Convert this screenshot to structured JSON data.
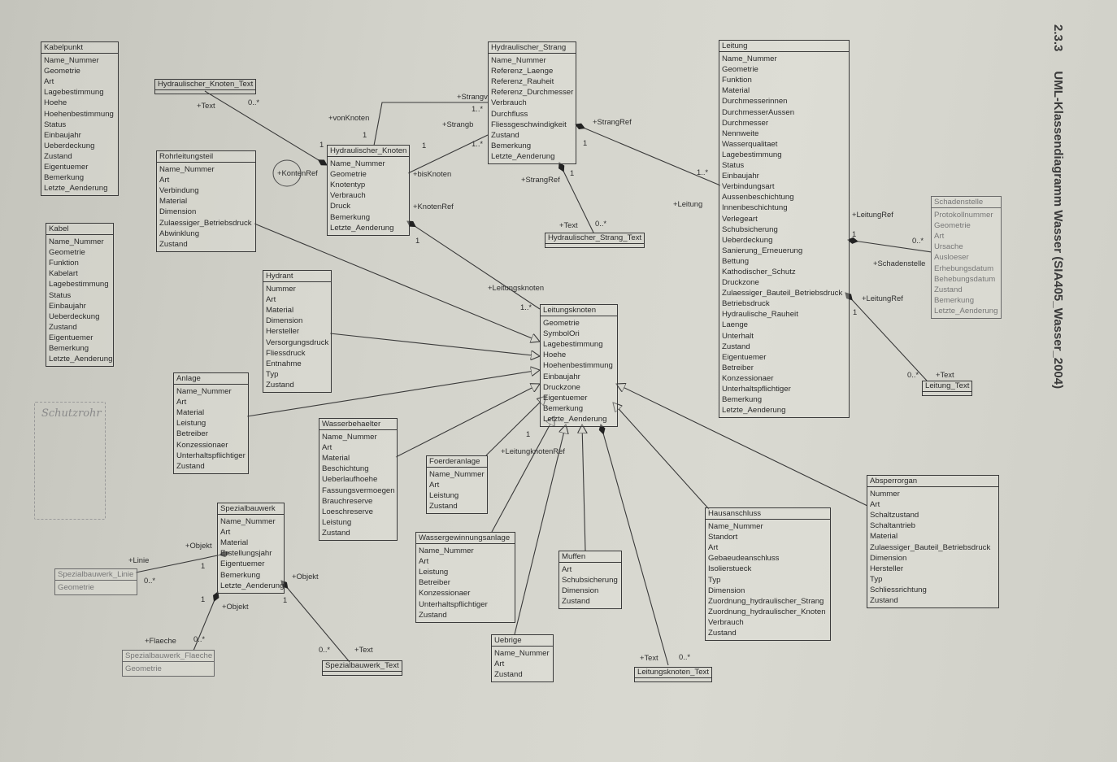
{
  "heading": {
    "number": "2.3.3",
    "title": "UML-Klassendiagramm Wasser (SIA405_Wasser_2004)"
  },
  "sketch_note": "Schutzrohr",
  "classes": {
    "kabelpunkt": {
      "title": "Kabelpunkt",
      "attrs": [
        "Name_Nummer",
        "Geometrie",
        "Art",
        "Lagebestimmung",
        "Hoehe",
        "Hoehenbestimmung",
        "Status",
        "Einbaujahr",
        "Ueberdeckung",
        "Zustand",
        "Eigentuemer",
        "Bemerkung",
        "Letzte_Aenderung"
      ]
    },
    "kabel": {
      "title": "Kabel",
      "attrs": [
        "Name_Nummer",
        "Geometrie",
        "Funktion",
        "Kabelart",
        "Lagebestimmung",
        "Status",
        "Einbaujahr",
        "Ueberdeckung",
        "Zustand",
        "Eigentuemer",
        "Bemerkung",
        "Letzte_Aenderung"
      ]
    },
    "rohrleitungsteil": {
      "title": "Rohrleitungsteil",
      "attrs": [
        "Name_Nummer",
        "Art",
        "Verbindung",
        "Material",
        "Dimension",
        "Zulaessiger_Betriebsdruck",
        "Abwinklung",
        "Zustand"
      ]
    },
    "hydr_knoten": {
      "title": "Hydraulischer_Knoten",
      "attrs": [
        "Name_Nummer",
        "Geometrie",
        "Knotentyp",
        "Verbrauch",
        "Druck",
        "Bemerkung",
        "Letzte_Aenderung"
      ]
    },
    "hydr_strang": {
      "title": "Hydraulischer_Strang",
      "attrs": [
        "Name_Nummer",
        "Referenz_Laenge",
        "Referenz_Rauheit",
        "Referenz_Durchmesser",
        "Verbrauch",
        "Durchfluss",
        "Fliessgeschwindigkeit",
        "Zustand",
        "Bemerkung",
        "Letzte_Aenderung"
      ]
    },
    "leitung": {
      "title": "Leitung",
      "attrs": [
        "Name_Nummer",
        "Geometrie",
        "Funktion",
        "Material",
        "Durchmesserinnen",
        "DurchmesserAussen",
        "Durchmesser",
        "Nennweite",
        "Wasserqualitaet",
        "Lagebestimmung",
        "Status",
        "Einbaujahr",
        "Verbindungsart",
        "Aussenbeschichtung",
        "Innenbeschichtung",
        "Verlegeart",
        "Schubsicherung",
        "Ueberdeckung",
        "Sanierung_Erneuerung",
        "Bettung",
        "Kathodischer_Schutz",
        "Druckzone",
        "Zulaessiger_Bauteil_Betriebsdruck",
        "Betriebsdruck",
        "Hydraulische_Rauheit",
        "Laenge",
        "Unterhalt",
        "Zustand",
        "Eigentuemer",
        "Betreiber",
        "Konzessionaer",
        "Unterhaltspflichtiger",
        "Bemerkung",
        "Letzte_Aenderung"
      ]
    },
    "schadenstelle": {
      "title": "Schadenstelle",
      "attrs": [
        "Protokollnummer",
        "Geometrie",
        "Art",
        "Ursache",
        "Ausloeser",
        "Erhebungsdatum",
        "Behebungsdatum",
        "Zustand",
        "Bemerkung",
        "Letzte_Aenderung"
      ]
    },
    "hydrant": {
      "title": "Hydrant",
      "attrs": [
        "Nummer",
        "Art",
        "Material",
        "Dimension",
        "Hersteller",
        "Versorgungsdruck",
        "Fliessdruck",
        "Entnahme",
        "Typ",
        "Zustand"
      ]
    },
    "anlage": {
      "title": "Anlage",
      "attrs": [
        "Name_Nummer",
        "Art",
        "Material",
        "Leistung",
        "Betreiber",
        "Konzessionaer",
        "Unterhaltspflichtiger",
        "Zustand"
      ]
    },
    "leitungsknoten": {
      "title": "Leitungsknoten",
      "attrs": [
        "Geometrie",
        "SymbolOri",
        "Lagebestimmung",
        "Hoehe",
        "Hoehenbestimmung",
        "Einbaujahr",
        "Druckzone",
        "Eigentuemer",
        "Bemerkung",
        "Letzte_Aenderung"
      ]
    },
    "wasserbehaelter": {
      "title": "Wasserbehaelter",
      "attrs": [
        "Name_Nummer",
        "Art",
        "Material",
        "Beschichtung",
        "Ueberlaufhoehe",
        "Fassungsvermoegen",
        "Brauchreserve",
        "Loeschreserve",
        "Leistung",
        "Zustand"
      ]
    },
    "foerderanlage": {
      "title": "Foerderanlage",
      "attrs": [
        "Name_Nummer",
        "Art",
        "Leistung",
        "Zustand"
      ]
    },
    "wassergewinnung": {
      "title": "Wassergewinnungsanlage",
      "attrs": [
        "Name_Nummer",
        "Art",
        "Leistung",
        "Betreiber",
        "Konzessionaer",
        "Unterhaltspflichtiger",
        "Zustand"
      ]
    },
    "muffen": {
      "title": "Muffen",
      "attrs": [
        "Art",
        "Schubsicherung",
        "Dimension",
        "Zustand"
      ]
    },
    "uebrige": {
      "title": "Uebrige",
      "attrs": [
        "Name_Nummer",
        "Art",
        "Zustand"
      ]
    },
    "hausanschluss": {
      "title": "Hausanschluss",
      "attrs": [
        "Name_Nummer",
        "Standort",
        "Art",
        "Gebaeudeanschluss",
        "Isolierstueck",
        "Typ",
        "Dimension",
        "Zuordnung_hydraulischer_Strang",
        "Zuordnung_hydraulischer_Knoten",
        "Verbrauch",
        "Zustand"
      ]
    },
    "absperrorgan": {
      "title": "Absperrorgan",
      "attrs": [
        "Nummer",
        "Art",
        "Schaltzustand",
        "Schaltantrieb",
        "Material",
        "Zulaessiger_Bauteil_Betriebsdruck",
        "Dimension",
        "Hersteller",
        "Typ",
        "Schliessrichtung",
        "Zustand"
      ]
    },
    "spezialbauwerk": {
      "title": "Spezialbauwerk",
      "attrs": [
        "Name_Nummer",
        "Art",
        "Material",
        "Erstellungsjahr",
        "Eigentuemer",
        "Bemerkung",
        "Letzte_Aenderung"
      ]
    },
    "sb_linie": {
      "title": "Spezialbauwerk_Linie",
      "attrs": [
        "Geometrie"
      ]
    },
    "sb_flaeche": {
      "title": "Spezialbauwerk_Flaeche",
      "attrs": [
        "Geometrie"
      ]
    }
  },
  "text_classes": {
    "hk_text": "Hydraulischer_Knoten_Text",
    "hs_text": "Hydraulischer_Strang_Text",
    "leitung_text": "Leitung_Text",
    "sb_text": "Spezialbauwerk_Text",
    "lk_text": "Leitungsknoten_Text"
  },
  "labels": {
    "hkt_text": "+Text",
    "hkt_mult": "0..*",
    "hkt_one": "1",
    "strangv": "+Strangv",
    "strangv_mult": "1..*",
    "vonknoten": "+vonKnoten",
    "vonknoten_one": "1",
    "strangb": "+Strangb",
    "strangb_mult": "1..*",
    "strangb_one": "1",
    "bisknoten": "+bisKnoten",
    "kontenref": "+KontenRef",
    "knotenref": "+KnotenRef",
    "knotenref_one": "1",
    "strangref": "+StrangRef",
    "strangref_one": "1",
    "strangref_mult": "1..*",
    "strangref2": "+StrangRef",
    "strangref2_one": "1",
    "hst_text": "+Text",
    "hst_mult": "0..*",
    "leitung_role": "+Leitung",
    "leitungsknoten_role": "+Leitungsknoten",
    "leitungsknoten_mult": "1..*",
    "leitungref": "+LeitungRef",
    "leitungref_one": "1",
    "leitungref_mult": "0..*",
    "schadenstelle_role": "+Schadenstelle",
    "leitungref2": "+LeitungRef",
    "leitungref2_one": "1",
    "lt_text": "+Text",
    "lt_mult": "0..*",
    "lkref": "+LeitungknotenRef",
    "lkref_one": "1",
    "lkt_text": "+Text",
    "lkt_mult": "0..*",
    "linie_role": "+Linie",
    "linie_mult": "0..*",
    "objekt1": "+Objekt",
    "objekt1_one": "1",
    "objekt2": "+Objekt",
    "objekt2_one": "1",
    "objekt3": "+Objekt",
    "objekt3_one": "1",
    "flaeche_role": "+Flaeche",
    "flaeche_mult": "0..*",
    "sbt_text": "+Text",
    "sbt_mult": "0..*"
  }
}
